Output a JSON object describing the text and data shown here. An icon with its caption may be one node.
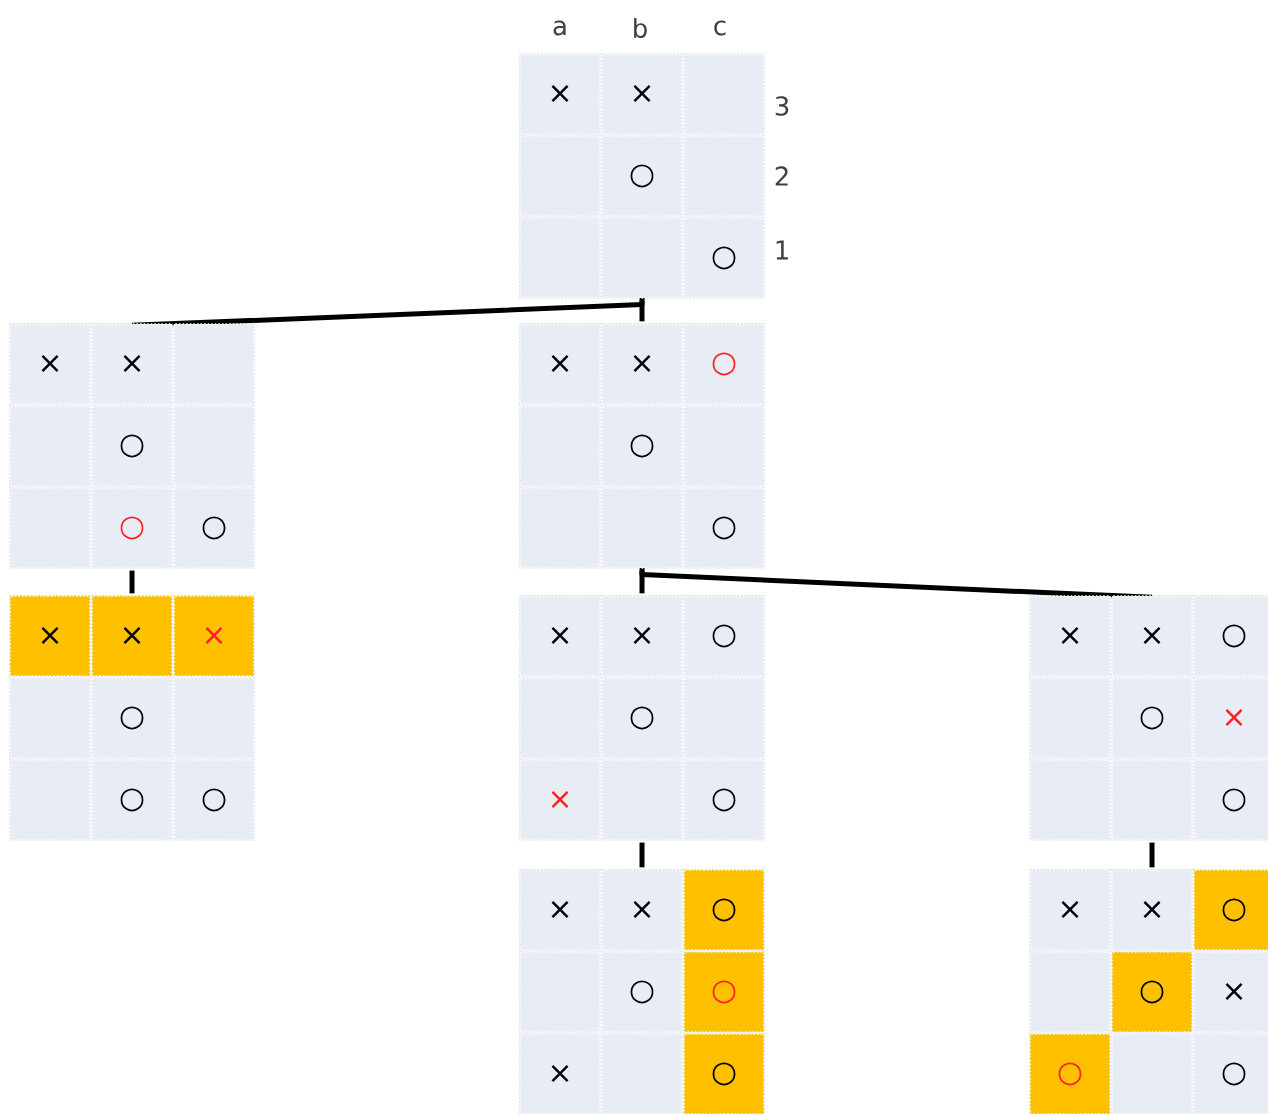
{
  "diagram": {
    "nodes": [
      {
        "text": [],
        "shape": "box"
      },
      {
        "text": [
          "×"
        ],
        "in": 0
      },
      {
        "text": [
          "×"
        ],
        "in": 0
      },
      {
        "text": [],
        "shape": "box",
        "in": 0
      },
      {
        "text": [],
        "shape": "box",
        "in": 0
      },
      {
        "text": [
          "○"
        ],
        "in": 0
      },
      {
        "text": [],
        "shape": "box",
        "in": 0
      },
      {
        "text": [],
        "shape": "box",
        "in": 0
      },
      {
        "text": [],
        "shape": "box",
        "in": 0
      },
      {
        "text": [
          "○"
        ],
        "in": 0
      },
      {
        "text": [],
        "shape": "box"
      },
      {
        "text": [
          "×"
        ],
        "in": 10
      },
      {
        "text": [
          "×"
        ],
        "in": 10
      },
      {
        "text": [],
        "shape": "box",
        "in": 10
      },
      {
        "text": [],
        "shape": "box",
        "in": 10
      },
      {
        "text": [
          "○"
        ],
        "in": 10
      },
      {
        "text": [],
        "shape": "box",
        "in": 10
      },
      {
        "text": [],
        "shape": "box",
        "in": 10
      },
      {
        "text": [
          "○"
        ],
        "in": 10
      },
      {
        "text": [
          "○"
        ],
        "in": 10
      },
      {
        "text": [],
        "shape": "box"
      },
      {
        "text": [
          "×"
        ],
        "in": 20
      },
      {
        "text": [
          "×"
        ],
        "in": 20
      },
      {
        "text": [
          "○"
        ],
        "in": 20
      },
      {
        "text": [],
        "shape": "box",
        "in": 20
      },
      {
        "text": [
          "○"
        ],
        "in": 20
      },
      {
        "text": [],
        "shape": "box",
        "in": 20
      },
      {
        "text": [],
        "shape": "box",
        "in": 20
      },
      {
        "text": [],
        "shape": "box",
        "in": 20
      },
      {
        "text": [
          "○"
        ],
        "in": 20
      },
      {
        "text": [],
        "shape": "box"
      },
      {
        "text": [
          "×"
        ],
        "in": 30
      },
      {
        "text": [
          "×"
        ],
        "in": 30
      },
      {
        "text": [
          "×"
        ],
        "in": 30
      },
      {
        "text": [],
        "shape": "box",
        "in": 30
      },
      {
        "text": [
          "○"
        ],
        "in": 30
      },
      {
        "text": [],
        "shape": "box",
        "in": 30
      },
      {
        "text": [],
        "shape": "box",
        "in": 30
      },
      {
        "text": [
          "○"
        ],
        "in": 30
      },
      {
        "text": [
          "○"
        ],
        "in": 30
      },
      {
        "text": [],
        "shape": "box"
      },
      {
        "text": [
          "×"
        ],
        "in": 40
      },
      {
        "text": [
          "×"
        ],
        "in": 40
      },
      {
        "text": [
          "○"
        ],
        "in": 40
      },
      {
        "text": [],
        "shape": "box",
        "in": 40
      },
      {
        "text": [
          "○"
        ],
        "in": 40
      },
      {
        "text": [],
        "shape": "box",
        "in": 40
      },
      {
        "text": [
          "×"
        ],
        "in": 40
      },
      {
        "text": [],
        "shape": "box",
        "in": 40
      },
      {
        "text": [
          "○"
        ],
        "in": 40
      },
      {
        "text": [],
        "shape": "box"
      },
      {
        "text": [
          "×"
        ],
        "in": 50
      },
      {
        "text": [
          "×"
        ],
        "in": 50
      },
      {
        "text": [
          "○"
        ],
        "in": 50
      },
      {
        "text": [],
        "shape": "box",
        "in": 50
      },
      {
        "text": [
          "○"
        ],
        "in": 50
      },
      {
        "text": [
          "×"
        ],
        "in": 50
      },
      {
        "text": [],
        "shape": "box",
        "in": 50
      },
      {
        "text": [],
        "shape": "box",
        "in": 50
      },
      {
        "text": [
          "○"
        ],
        "in": 50
      },
      {
        "text": [],
        "shape": "box"
      },
      {
        "text": [
          "×"
        ],
        "in": 60
      },
      {
        "text": [
          "×"
        ],
        "in": 60
      },
      {
        "text": [
          "○"
        ],
        "in": 60
      },
      {
        "text": [],
        "shape": "box",
        "in": 60
      },
      {
        "text": [
          "○"
        ],
        "in": 60
      },
      {
        "text": [
          "○"
        ],
        "in": 60
      },
      {
        "text": [
          "×"
        ],
        "in": 60
      },
      {
        "text": [],
        "shape": "box",
        "in": 60
      },
      {
        "text": [
          "○"
        ],
        "in": 60
      },
      {
        "text": [],
        "shape": "box"
      },
      {
        "text": [
          "×"
        ],
        "in": 70
      },
      {
        "text": [
          "×"
        ],
        "in": 70
      },
      {
        "text": [
          "○"
        ],
        "in": 70
      },
      {
        "text": [],
        "shape": "box",
        "in": 70
      },
      {
        "text": [
          "○"
        ],
        "in": 70
      },
      {
        "text": [
          "×"
        ],
        "in": 70
      },
      {
        "text": [
          "○"
        ],
        "in": 70
      },
      {
        "text": [],
        "shape": "box",
        "in": 70
      },
      {
        "text": [
          "○"
        ],
        "in": 70
      }
    ],
    "edges": [
      {
        "from": 0,
        "to": 10,
        "arrow": "none"
      },
      {
        "from": 0,
        "to": 20,
        "arrow": "none"
      },
      {
        "from": 10,
        "to": 30,
        "arrow": "none"
      },
      {
        "from": 20,
        "to": 40,
        "arrow": "none"
      },
      {
        "from": 20,
        "to": 50,
        "arrow": "none"
      },
      {
        "from": 40,
        "to": 60,
        "arrow": "none"
      },
      {
        "from": 50,
        "to": 70,
        "arrow": "none"
      }
    ],
    "labels": [
      "a",
      "b",
      "c",
      "3",
      "2",
      "1"
    ]
  }
}
